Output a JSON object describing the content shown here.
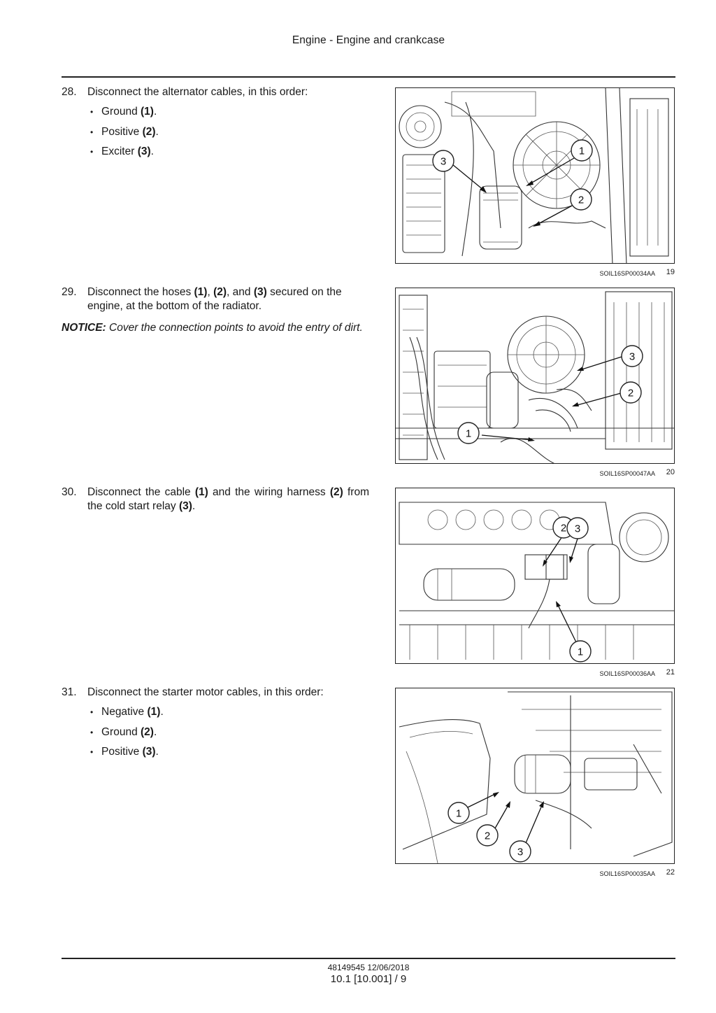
{
  "header": {
    "title": "Engine - Engine and crankcase"
  },
  "steps": [
    {
      "number": "28.",
      "text": "Disconnect the alternator cables, in this order:",
      "items": [
        {
          "label": "Ground",
          "ref": "(1)",
          "end": "."
        },
        {
          "label": "Positive",
          "ref": "(2)",
          "end": "."
        },
        {
          "label": "Exciter",
          "ref": "(3)",
          "end": "."
        }
      ]
    },
    {
      "number": "29.",
      "text_parts": [
        "Disconnect the hoses ",
        "(1)",
        ", ",
        "(2)",
        ", and ",
        "(3)",
        " secured on the engine, at the bottom of the radiator."
      ],
      "notice_label": "NOTICE:",
      "notice_text": " Cover the connection points to avoid the entry of dirt."
    },
    {
      "number": "30.",
      "text_parts": [
        "Disconnect the cable ",
        "(1)",
        " and the wiring harness ",
        "(2)",
        " from the cold start relay ",
        "(3)",
        "."
      ]
    },
    {
      "number": "31.",
      "text": "Disconnect the starter motor cables, in this order:",
      "items": [
        {
          "label": "Negative",
          "ref": "(1)",
          "end": "."
        },
        {
          "label": "Ground",
          "ref": "(2)",
          "end": "."
        },
        {
          "label": "Positive",
          "ref": "(3)",
          "end": "."
        }
      ]
    }
  ],
  "figures": [
    {
      "code": "SOIL16SP00034AA",
      "number": "19",
      "callouts": [
        "1",
        "2",
        "3"
      ]
    },
    {
      "code": "SOIL16SP00047AA",
      "number": "20",
      "callouts": [
        "1",
        "2",
        "3"
      ]
    },
    {
      "code": "SOIL16SP00036AA",
      "number": "21",
      "callouts": [
        "1",
        "2",
        "3"
      ]
    },
    {
      "code": "SOIL16SP00035AA",
      "number": "22",
      "callouts": [
        "1",
        "2",
        "3"
      ]
    }
  ],
  "footer": {
    "doc": "48149545 12/06/2018",
    "page": "10.1 [10.001] / 9"
  }
}
